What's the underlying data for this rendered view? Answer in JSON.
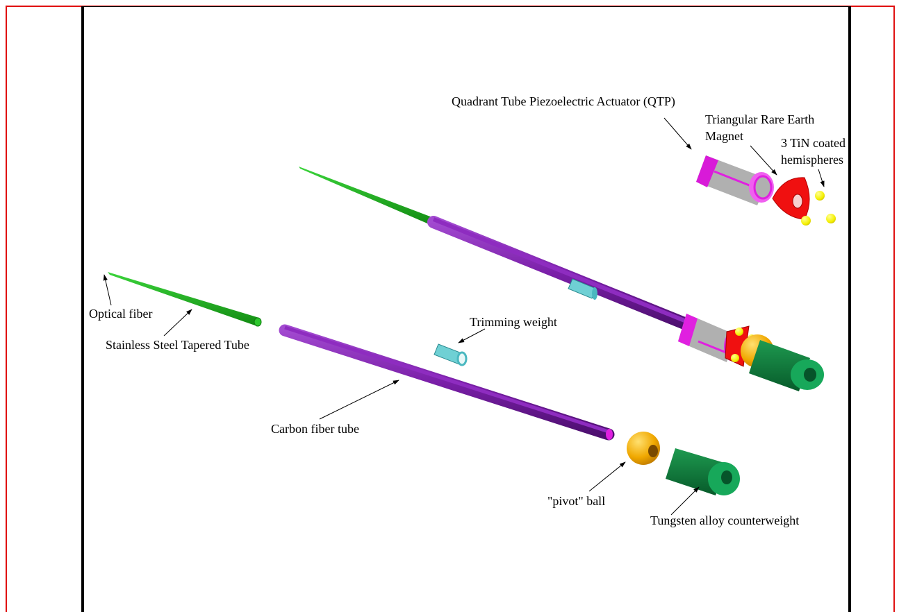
{
  "labels": {
    "qtp": "Quadrant Tube Piezoelectric Actuator (QTP)",
    "magnet_line1": "Triangular Rare Earth",
    "magnet_line2": "Magnet",
    "hemi_line1": "3 TiN coated",
    "hemi_line2": "hemispheres",
    "optical_fiber": "Optical fiber",
    "tapered_tube": "Stainless Steel Tapered Tube",
    "trimming_weight": "Trimming weight",
    "carbon_tube": "Carbon fiber tube",
    "pivot_ball": "\"pivot\" ball",
    "counterweight": "Tungsten alloy counterweight"
  },
  "colors": {
    "frame": "#e01010",
    "fiber_green": "#1fae1f",
    "carbon_purple": "#7a1fa8",
    "magenta": "#e020e0",
    "gray": "#a8a8a8",
    "magnet_red": "#f01010",
    "sphere_yellow": "#f4f000",
    "ball_orange": "#f0a800",
    "tungsten_green": "#0a7a3a",
    "cyan": "#5ec8cc"
  }
}
